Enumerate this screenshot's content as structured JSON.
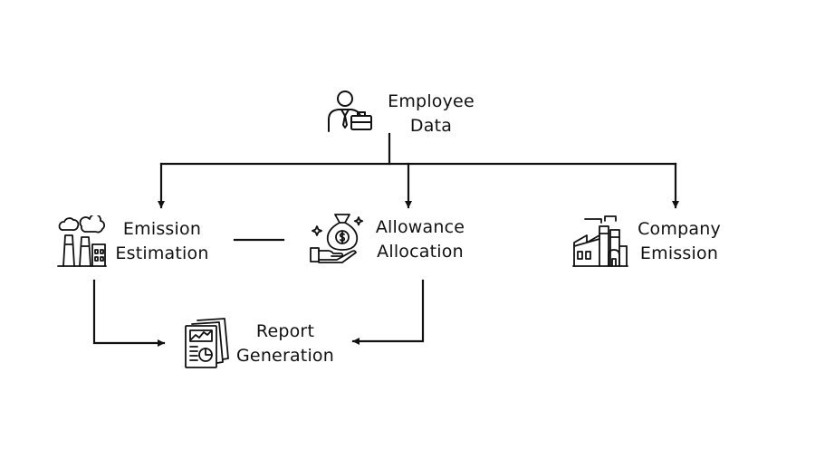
{
  "diagram": {
    "nodes": {
      "employee_data": {
        "line1": "Employee",
        "line2": "Data",
        "icon": "employee-briefcase-icon"
      },
      "emission_estimation": {
        "line1": "Emission",
        "line2": "Estimation",
        "icon": "factory-smoke-icon"
      },
      "allowance_allocation": {
        "line1": "Allowance",
        "line2": "Allocation",
        "icon": "money-bag-hand-icon"
      },
      "company_emission": {
        "line1": "Company",
        "line2": "Emission",
        "icon": "factory-icon"
      },
      "report_generation": {
        "line1": "Report",
        "line2": "Generation",
        "icon": "report-document-icon"
      }
    },
    "colors": {
      "ink": "#111111",
      "background": "#ffffff"
    }
  }
}
